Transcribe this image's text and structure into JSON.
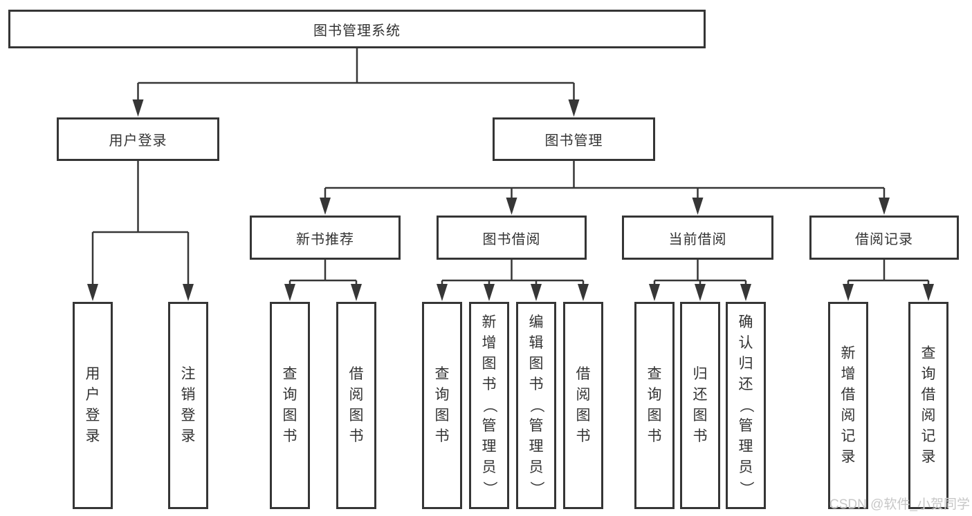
{
  "diagram": {
    "title": "图书管理系统",
    "type": "hierarchy-tree",
    "colors": {
      "line": "#363636",
      "box_border": "#353535",
      "box_background": "#ffffff",
      "text": "#333333",
      "watermark": "#c7c7c7"
    },
    "nodes": [
      {
        "id": "root",
        "label": "图书管理系统",
        "parent": null,
        "orientation": "h"
      },
      {
        "id": "login",
        "label": "用户登录",
        "parent": "root",
        "orientation": "h"
      },
      {
        "id": "bookmgmt",
        "label": "图书管理",
        "parent": "root",
        "orientation": "h"
      },
      {
        "id": "new-book",
        "label": "新书推荐",
        "parent": "bookmgmt",
        "orientation": "h"
      },
      {
        "id": "borrow",
        "label": "图书借阅",
        "parent": "bookmgmt",
        "orientation": "h"
      },
      {
        "id": "current",
        "label": "当前借阅",
        "parent": "bookmgmt",
        "orientation": "h"
      },
      {
        "id": "records",
        "label": "借阅记录",
        "parent": "bookmgmt",
        "orientation": "h"
      },
      {
        "id": "user-login",
        "label": "用户登录",
        "parent": "login",
        "orientation": "v"
      },
      {
        "id": "logout",
        "label": "注销登录",
        "parent": "login",
        "orientation": "v"
      },
      {
        "id": "nb-query",
        "label": "查询图书",
        "parent": "new-book",
        "orientation": "v"
      },
      {
        "id": "nb-borrow",
        "label": "借阅图书",
        "parent": "new-book",
        "orientation": "v"
      },
      {
        "id": "b-query",
        "label": "查询图书",
        "parent": "borrow",
        "orientation": "v"
      },
      {
        "id": "b-add",
        "label": "新增图书（管理员）",
        "parent": "borrow",
        "orientation": "v"
      },
      {
        "id": "b-edit",
        "label": "编辑图书（管理员）",
        "parent": "borrow",
        "orientation": "v"
      },
      {
        "id": "b-borrow",
        "label": "借阅图书",
        "parent": "borrow",
        "orientation": "v"
      },
      {
        "id": "c-query",
        "label": "查询图书",
        "parent": "current",
        "orientation": "v"
      },
      {
        "id": "c-return",
        "label": "归还图书",
        "parent": "current",
        "orientation": "v"
      },
      {
        "id": "c-confirm",
        "label": "确认归还（管理员）",
        "parent": "current",
        "orientation": "v"
      },
      {
        "id": "r-add",
        "label": "新增借阅记录",
        "parent": "records",
        "orientation": "v"
      },
      {
        "id": "r-query",
        "label": "查询借阅记录",
        "parent": "records",
        "orientation": "v"
      }
    ],
    "watermark": "CSDN @软件_小贺同学"
  }
}
